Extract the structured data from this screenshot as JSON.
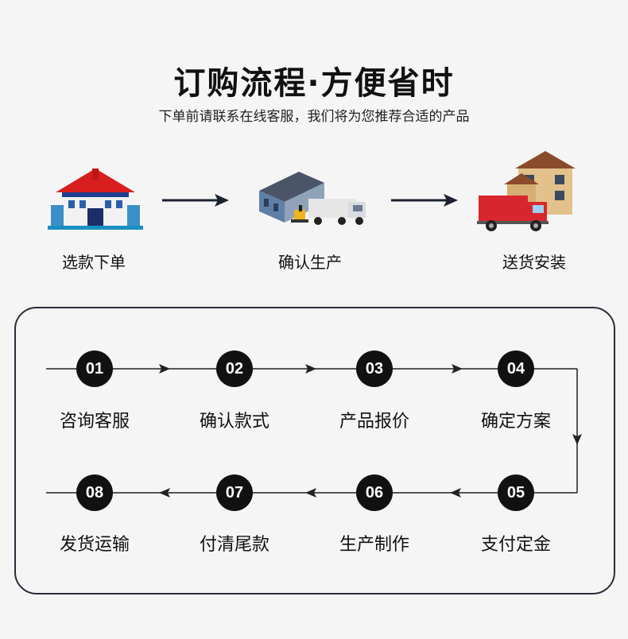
{
  "header": {
    "title": "订购流程·方便省时",
    "subtitle": "下单前请联系在线客服，我们将为您推荐合适的产品"
  },
  "stages": [
    {
      "label": "选款下单",
      "icon": "warehouse-store-icon"
    },
    {
      "label": "确认生产",
      "icon": "factory-truck-icon"
    },
    {
      "label": "送货安装",
      "icon": "delivery-house-icon"
    }
  ],
  "steps": [
    {
      "num": "01",
      "label": "咨询客服"
    },
    {
      "num": "02",
      "label": "确认款式"
    },
    {
      "num": "03",
      "label": "产品报价"
    },
    {
      "num": "04",
      "label": "确定方案"
    },
    {
      "num": "05",
      "label": "支付定金"
    },
    {
      "num": "06",
      "label": "生产制作"
    },
    {
      "num": "07",
      "label": "付清尾款"
    },
    {
      "num": "08",
      "label": "发货运输"
    }
  ],
  "colors": {
    "accent": "#111111",
    "line": "#222222",
    "border": "#2b2b3a"
  }
}
